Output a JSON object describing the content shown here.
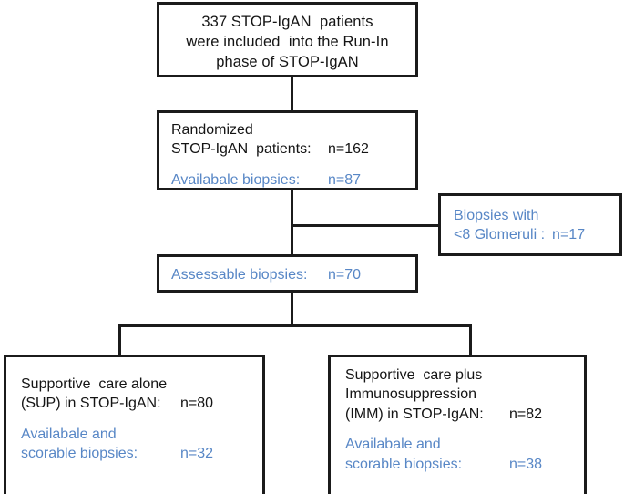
{
  "diagram": {
    "type": "flowchart",
    "title": "STOP-IgAN biopsy availability flow",
    "colors": {
      "stroke": "#1b1b1b",
      "text_black": "#141414",
      "text_blue": "#5887c6",
      "background": "#ffffff"
    },
    "nodes": {
      "enrolled": {
        "line1": "337 STOP-IgAN  patients",
        "line2": "were included  into the Run-In",
        "line3": "phase of STOP-IgAN"
      },
      "randomized": {
        "line1": "Randomized",
        "line2_label": "STOP-IgAN  patients:",
        "line2_value": "n=162",
        "line3_label": "Availabale biopsies:",
        "line3_value": "n=87"
      },
      "excluded": {
        "line1": "Biopsies with",
        "line2_label": "<8 Glomeruli :",
        "line2_value": "n=17"
      },
      "assessable": {
        "line1_label": "Assessable biopsies:",
        "line1_value": "n=70"
      },
      "sup": {
        "line1": "Supportive  care alone",
        "line2_label": "(SUP) in STOP-IgAN:",
        "line2_value": "n=80",
        "line3": "Availabale and",
        "line4_label": "scorable biopsies:",
        "line4_value": "n=32"
      },
      "imm": {
        "line1": "Supportive  care plus",
        "line2": "Immunosuppression",
        "line3_label": "(IMM) in STOP-IgAN:",
        "line3_value": "n=82",
        "line4": "Availabale and",
        "line5_label": "scorable biopsies:",
        "line5_value": "n=38"
      }
    }
  }
}
